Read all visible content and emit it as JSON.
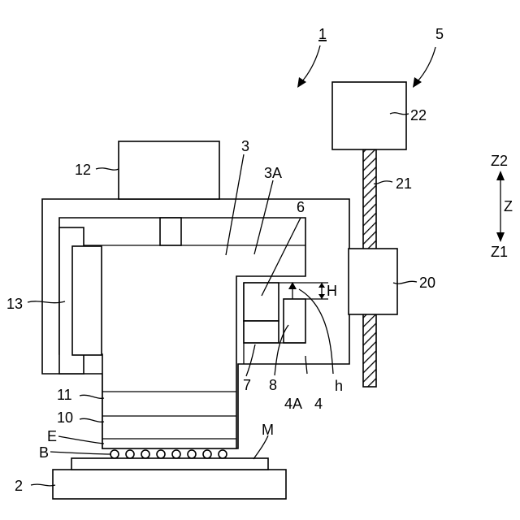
{
  "labels": {
    "l1": "1",
    "l2": "2",
    "l3": "3",
    "l3A": "3A",
    "l4": "4",
    "l4A": "4A",
    "l5": "5",
    "l6": "6",
    "l7": "7",
    "l8": "8",
    "l10": "10",
    "l11": "11",
    "l12": "12",
    "l13": "13",
    "l20": "20",
    "l21": "21",
    "l22": "22",
    "lB": "B",
    "lE": "E",
    "lM": "M",
    "lH": "H",
    "lh": "h",
    "lZ2": "Z2",
    "lZ": "Z",
    "lZ1": "Z1"
  }
}
